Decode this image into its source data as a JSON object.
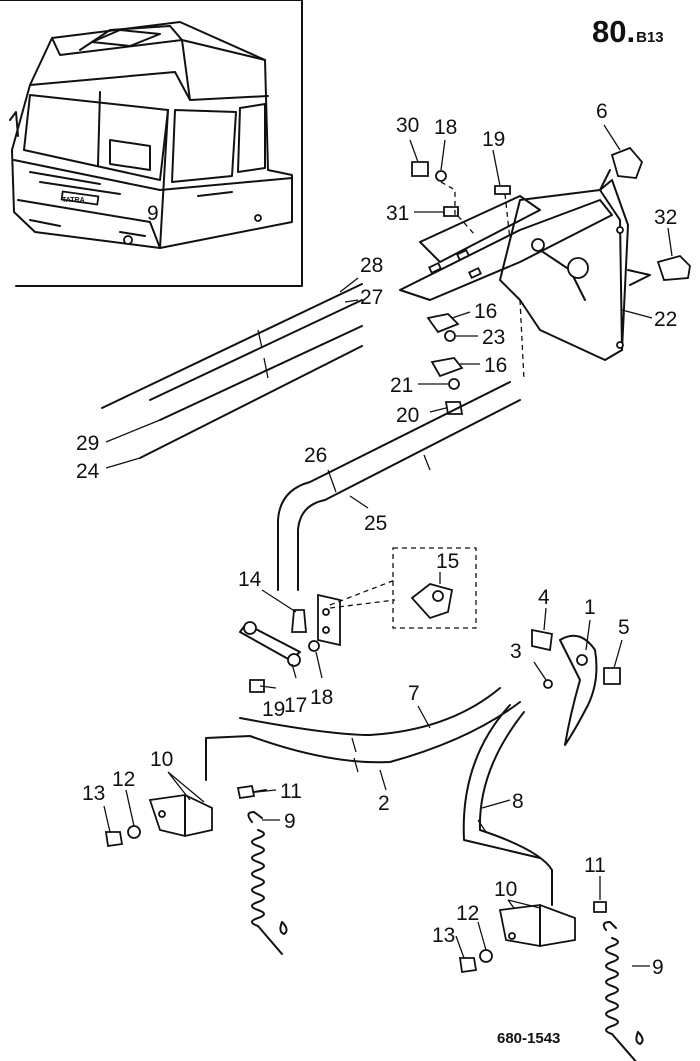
{
  "page_number": {
    "main": "80.",
    "sub": "B13"
  },
  "figure_code": "680-1543",
  "inset_badge": "TATRA",
  "callouts": [
    {
      "id": "30",
      "text": "30"
    },
    {
      "id": "18a",
      "text": "18"
    },
    {
      "id": "19a",
      "text": "19"
    },
    {
      "id": "6",
      "text": "6"
    },
    {
      "id": "31",
      "text": "31"
    },
    {
      "id": "32",
      "text": "32"
    },
    {
      "id": "28",
      "text": "28"
    },
    {
      "id": "27",
      "text": "27"
    },
    {
      "id": "16a",
      "text": "16"
    },
    {
      "id": "22",
      "text": "22"
    },
    {
      "id": "23",
      "text": "23"
    },
    {
      "id": "16b",
      "text": "16"
    },
    {
      "id": "21",
      "text": "21"
    },
    {
      "id": "20",
      "text": "20"
    },
    {
      "id": "29",
      "text": "29"
    },
    {
      "id": "24",
      "text": "24"
    },
    {
      "id": "26",
      "text": "26"
    },
    {
      "id": "25",
      "text": "25"
    },
    {
      "id": "15",
      "text": "15"
    },
    {
      "id": "14",
      "text": "14"
    },
    {
      "id": "4",
      "text": "4"
    },
    {
      "id": "1",
      "text": "1"
    },
    {
      "id": "5",
      "text": "5"
    },
    {
      "id": "3",
      "text": "3"
    },
    {
      "id": "19b",
      "text": "19"
    },
    {
      "id": "17",
      "text": "17"
    },
    {
      "id": "18b",
      "text": "18"
    },
    {
      "id": "7",
      "text": "7"
    },
    {
      "id": "10a",
      "text": "10"
    },
    {
      "id": "13a",
      "text": "13"
    },
    {
      "id": "12a",
      "text": "12"
    },
    {
      "id": "11a",
      "text": "11"
    },
    {
      "id": "2",
      "text": "2"
    },
    {
      "id": "9a",
      "text": "9"
    },
    {
      "id": "8",
      "text": "8"
    },
    {
      "id": "11b",
      "text": "11"
    },
    {
      "id": "10b",
      "text": "10"
    },
    {
      "id": "13b",
      "text": "13"
    },
    {
      "id": "12b",
      "text": "12"
    },
    {
      "id": "9b",
      "text": "9"
    }
  ]
}
